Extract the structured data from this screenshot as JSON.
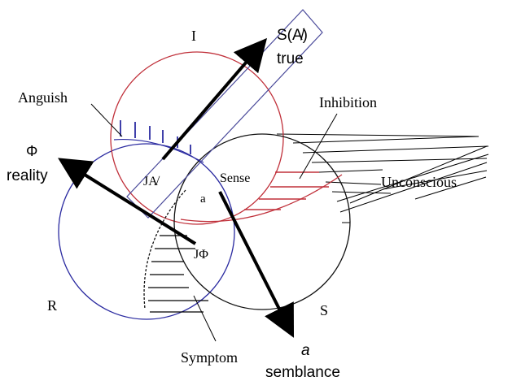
{
  "diagram": {
    "rings": {
      "imaginary": {
        "label": "I",
        "color": "#c0303a"
      },
      "real": {
        "label": "R",
        "color": "#2a2aa0"
      },
      "symbolic": {
        "label": "S",
        "color": "#111111"
      }
    },
    "vectors": {
      "true": {
        "symbol": "S(A̸)",
        "word": "true"
      },
      "reality": {
        "symbol": "Φ",
        "word": "reality"
      },
      "semblance": {
        "symbol": "a",
        "word": "semblance"
      }
    },
    "labels": {
      "anguish": "Anguish",
      "inhibition": "Inhibition",
      "unconscious": "Unconscious",
      "symptom": "Symptom",
      "sense": "Sense",
      "object_a": "a",
      "jouissance_other": "JA̸",
      "jouissance_phallic": "JΦ"
    },
    "colors": {
      "ink": "#000000",
      "box": "#4a4a9a"
    }
  }
}
